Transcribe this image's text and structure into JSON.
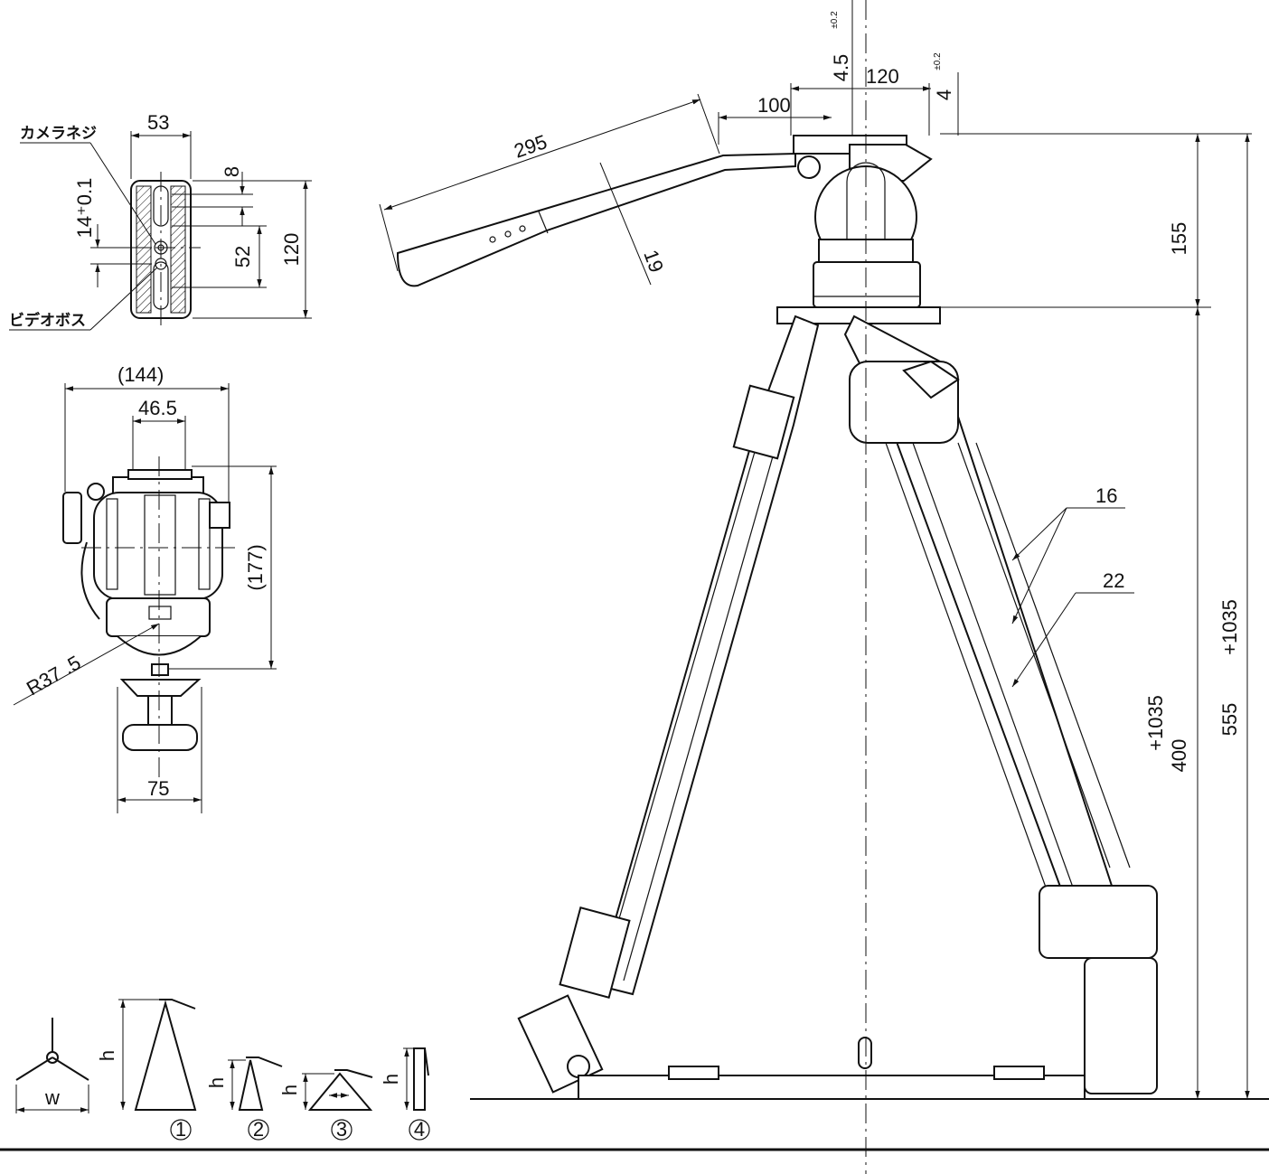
{
  "top_view": {
    "width_label": "53",
    "slot_label": "8",
    "tol_label": "14⁺0.1",
    "pitch_label": "52",
    "length_label": "120",
    "camera_screw_label": "カメラネジ",
    "video_pin_label": "ビデオボス"
  },
  "front_view": {
    "overall_width_label": "(144)",
    "plate_width_label": "46.5",
    "height_label": "(177)",
    "radius_label": "R37 .5",
    "base_width_label": "75"
  },
  "side_view": {
    "handle_length_label": "295",
    "handle_offset_label": "100",
    "head_width_label": "120",
    "pin_label": "4.5",
    "pin_tol_label": "±0.2",
    "plate_label": "4",
    "plate_tol_label": "±0.2",
    "handle_dia_label": "19",
    "head_height_label": "155",
    "tripod_min_label": "400",
    "tripod_ext_label": "+1035",
    "overall_min_label": "555",
    "overall_ext_label": "+1035",
    "callout_a": "16",
    "callout_b": "22"
  },
  "legend": {
    "w_label": "w",
    "h_label": "h",
    "configs": [
      "1",
      "2",
      "3",
      "4"
    ]
  }
}
